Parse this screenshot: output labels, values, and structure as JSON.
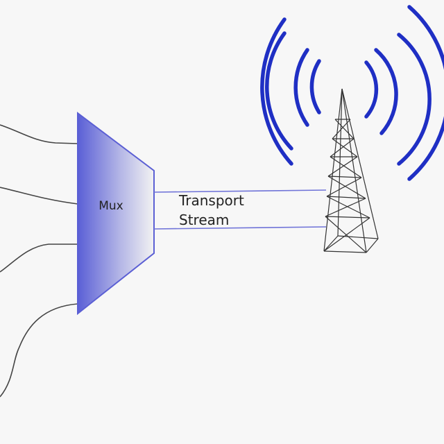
{
  "diagram": {
    "mux_label": "Mux",
    "stream_label_line1": "Transport",
    "stream_label_line2": "Stream"
  },
  "colors": {
    "background": "#f7f7f7",
    "mux_fill_dark": "#5a5fd6",
    "mux_fill_light": "#f2f2f2",
    "mux_stroke": "#5b5fd4",
    "stream_line": "#6f73d8",
    "radio_waves": "#1f2fc4",
    "input_wires": "#444444",
    "tower": "#333333"
  },
  "icons": {
    "tower": "broadcast-tower-icon",
    "waves": "radio-waves-icon"
  }
}
